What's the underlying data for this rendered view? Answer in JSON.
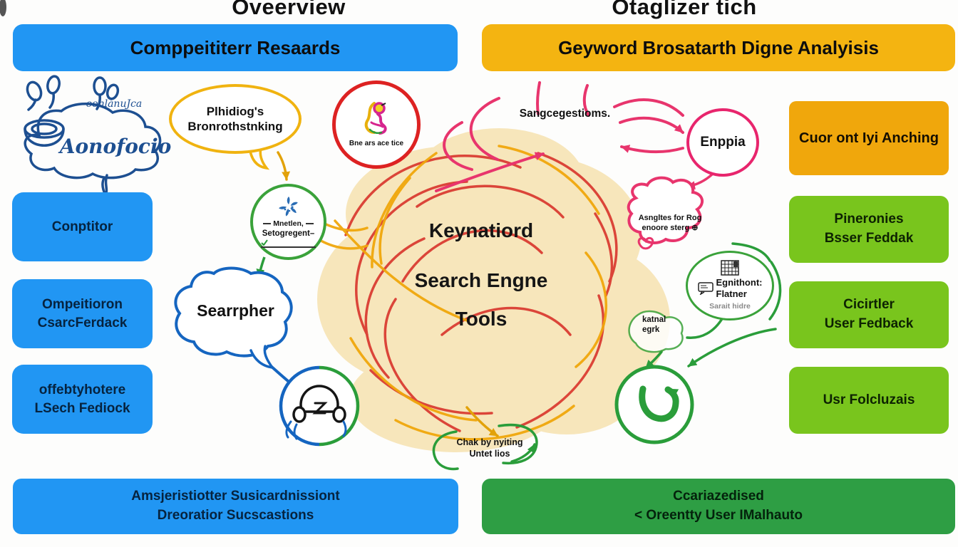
{
  "titles": {
    "left": "Oveerview",
    "right": "Otaglizer tich"
  },
  "headers": {
    "left": "Comppeititerr Resaards",
    "right": "Geyword Brosatarth Digne Analyisis"
  },
  "logo": {
    "top_text": "oonlánuJca",
    "main_text": "Aonofocio"
  },
  "left_boxes": [
    {
      "line1": "Conptitor"
    },
    {
      "line1": "Ompeitioron",
      "line2": "CsarcFerdack"
    },
    {
      "line1": "offebtyhotere",
      "line2": "LSech Fediock"
    }
  ],
  "right_boxes": {
    "anchoring": "Cuor ont Iyi Anching",
    "green1": {
      "line1": "Pineronies",
      "line2": "Bsser Feddak"
    },
    "green2": {
      "line1": "Cicirtler",
      "line2": "User Fedback"
    },
    "green3": {
      "line1": "Usr Folcluzais"
    }
  },
  "center_cloud": {
    "line1": "Keynatiord",
    "line2": "Search Engne",
    "line3": "Tools"
  },
  "bubbles": {
    "brainstorm": {
      "line1": "Plhidiog's",
      "line2": "Bronrothstnking"
    },
    "red_circle_label": "Bne ars ace tice",
    "suggestions": "Sangcegestioms.",
    "enppia": "Enppia",
    "mnetlen": {
      "line1": "Mnetlen,",
      "line2": "Setogregent–"
    },
    "searrpher": "Searrpher",
    "asngltes": {
      "line1": "Asngltes for Rog",
      "line2": "enoore sterg ⊕"
    },
    "egnithont": {
      "line1": "Egnithont:",
      "line2": "Flatner",
      "sub": "Sarait hidre"
    },
    "katnal": {
      "line1": "katnal",
      "line2": "egrk"
    },
    "chak": {
      "line1": "Chak by nyiting",
      "line2": "Untet lios"
    }
  },
  "bottom_bars": {
    "left": {
      "line1": "Amsjeristiotter Susicardnissiont",
      "line2": "Dreoratior Sucscastions"
    },
    "right": {
      "line1": "Ccariazedised",
      "line2": "< Oreentty User IMalhauto"
    }
  },
  "colors": {
    "blue": "#2196f3",
    "yellow": "#f4b411",
    "orange": "#f0a70c",
    "lime": "#79c51d",
    "green": "#2e9e44",
    "pink": "#e8356d",
    "red": "#dd2222",
    "doodle_blue": "#1d4f91"
  }
}
